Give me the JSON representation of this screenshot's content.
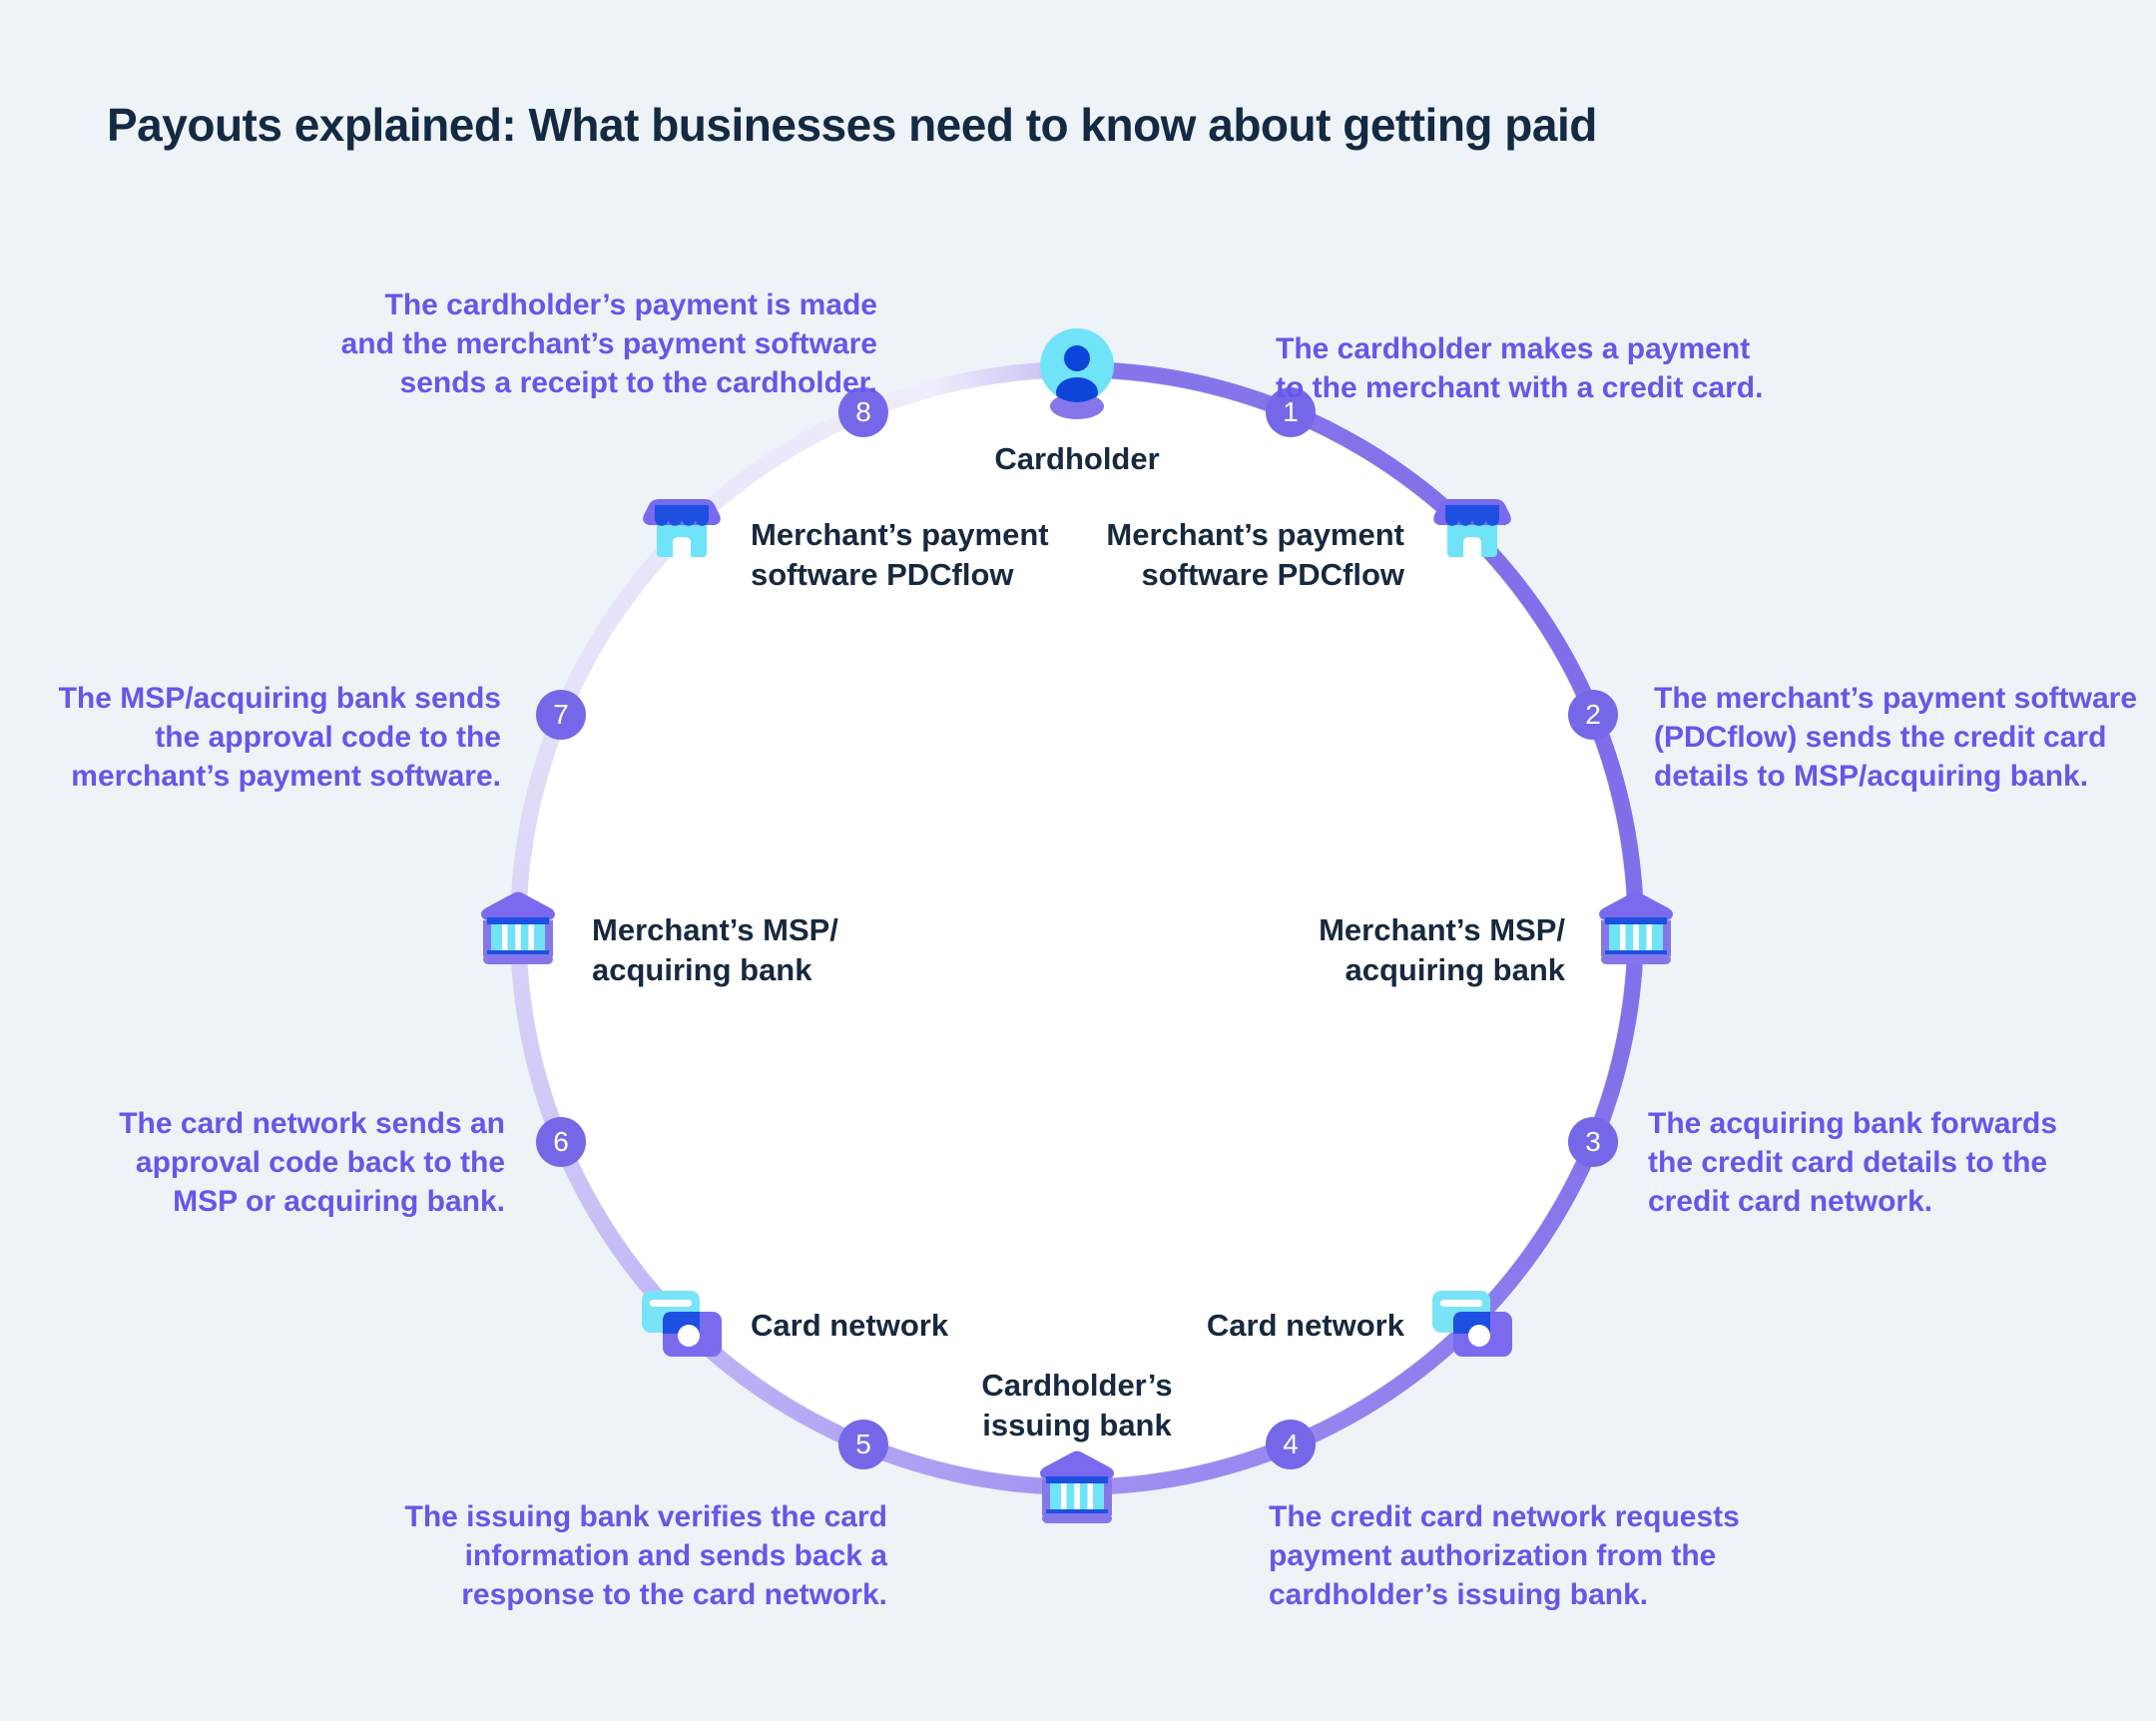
{
  "title": "Payouts explained: What businesses need to know about getting paid",
  "colors": {
    "background": "#EEF3F8",
    "inner_circle": "#FFFFFF",
    "heading_ink": "#142A42",
    "label_ink": "#17293F",
    "step_text": "#6457E9",
    "badge_fill": "#7568E8",
    "ring_dark": "#8577EA",
    "ring_light": "#EFEDFB",
    "icon_cyan": "#6FE3F8",
    "icon_blue": "#1D50E0",
    "icon_purple": "#7A6AEE"
  },
  "icons": {
    "cardholder": "person-avatar-icon",
    "merchant": "storefront-icon",
    "bank": "bank-building-icon",
    "card_network": "credit-cards-icon"
  },
  "nodes": {
    "cardholder": {
      "label": "Cardholder"
    },
    "merchant_left": {
      "lines": [
        "Merchant’s payment",
        "software PDCflow"
      ]
    },
    "merchant_right": {
      "lines": [
        "Merchant’s payment",
        "software PDCflow"
      ]
    },
    "bank_left": {
      "lines": [
        "Merchant’s MSP/",
        "acquiring bank"
      ]
    },
    "bank_right": {
      "lines": [
        "Merchant’s MSP/",
        "acquiring bank"
      ]
    },
    "card_network_left": {
      "label": "Card network"
    },
    "card_network_right": {
      "label": "Card network"
    },
    "issuing_bank": {
      "lines": [
        "Cardholder’s",
        "issuing bank"
      ]
    }
  },
  "steps": [
    {
      "number": "1",
      "lines": [
        "The cardholder makes a payment",
        "to the merchant with a credit card."
      ]
    },
    {
      "number": "2",
      "lines": [
        "The merchant’s payment software",
        "(PDCflow) sends the credit card",
        "details to MSP/acquiring bank."
      ]
    },
    {
      "number": "3",
      "lines": [
        "The acquiring bank forwards",
        "the credit card details to the",
        "credit card network."
      ]
    },
    {
      "number": "4",
      "lines": [
        "The credit card network requests",
        "payment authorization from the",
        "cardholder’s issuing bank."
      ]
    },
    {
      "number": "5",
      "lines": [
        "The issuing bank verifies the card",
        "information and sends back a",
        "response to the card network."
      ]
    },
    {
      "number": "6",
      "lines": [
        "The card network sends an",
        "approval code back to the",
        "MSP or acquiring bank."
      ]
    },
    {
      "number": "7",
      "lines": [
        "The MSP/acquiring bank sends",
        "the approval code to the",
        "merchant’s payment software."
      ]
    },
    {
      "number": "8",
      "lines": [
        "The cardholder’s payment is made",
        "and the merchant’s payment software",
        "sends a receipt to the cardholder."
      ]
    }
  ]
}
